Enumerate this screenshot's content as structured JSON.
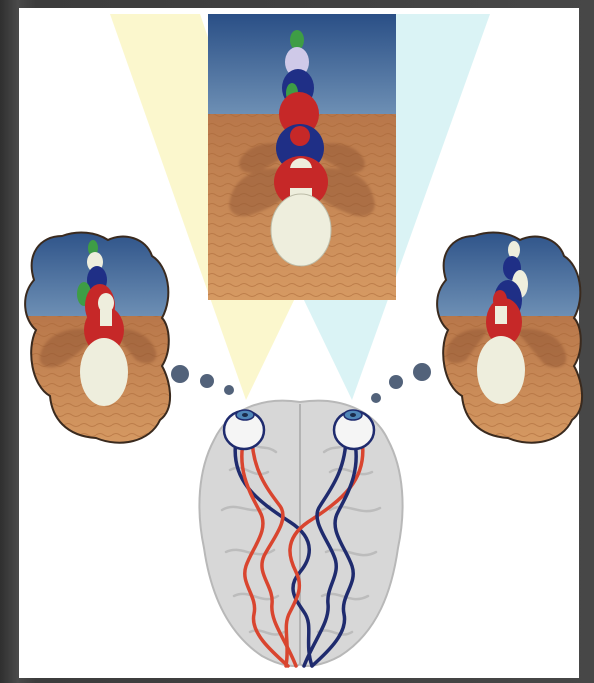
{
  "figure": {
    "background_color": "#ffffff",
    "outer_color": "#444444",
    "colors": {
      "sky_top": "#2a4f86",
      "sky_bottom": "#6d8fb4",
      "floor": "#c98a55",
      "floor_dark": "#a8693b",
      "pin_white": "#eeeedd",
      "pin_red": "#c62828",
      "pin_blue": "#1f2f86",
      "pin_green": "#3e9d45",
      "pin_lavender": "#cfc9e8",
      "left_cone": "#fbf6c8",
      "right_cone": "#d6f2f4",
      "left_pathway": "#d9452f",
      "right_pathway": "#1f2b6e",
      "brain": "#d7d7d7",
      "dot": "#52627a"
    },
    "scene_pin_order": [
      "green",
      "lavender",
      "blue",
      "green",
      "red",
      "blue",
      "red",
      "white"
    ],
    "left_eye_pin_order": [
      "green",
      "white",
      "blue",
      "red",
      "white"
    ],
    "right_eye_pin_order": [
      "white",
      "blue",
      "red",
      "white"
    ],
    "icons": [
      "eye-icon",
      "brain-icon",
      "bowling-pin-icon"
    ]
  }
}
